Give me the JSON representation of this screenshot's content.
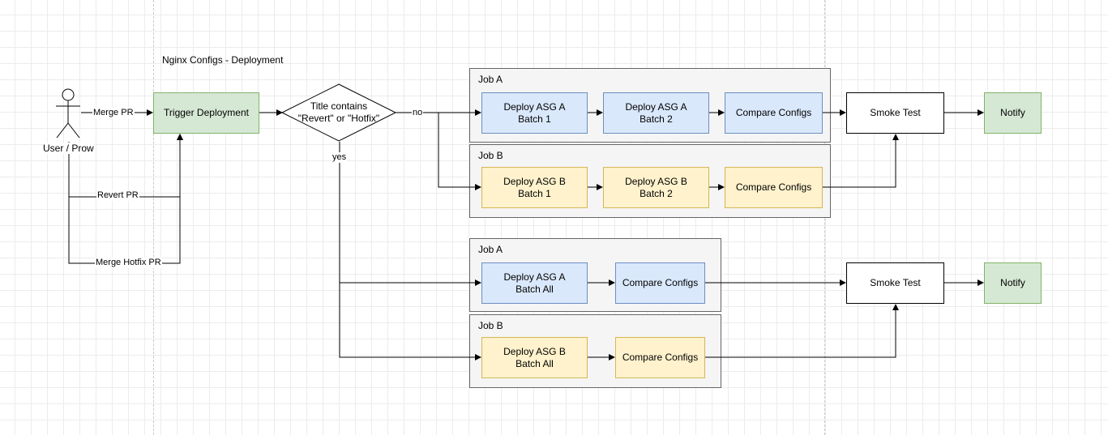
{
  "diagram": {
    "title": "Nginx Configs - Deployment",
    "actor": {
      "label": "User / Prow",
      "icon": "stick-figure-icon"
    },
    "trigger": {
      "label": "Trigger Deployment"
    },
    "decision": {
      "label": "Title contains\n\"Revert\" or \"Hotfix\""
    },
    "edge_labels": {
      "merge_pr": "Merge PR",
      "revert_pr": "Revert PR",
      "merge_hotfix_pr": "Merge Hotfix PR",
      "no": "no",
      "yes": "yes"
    },
    "normal_path": {
      "job_a": {
        "label": "Job A",
        "steps": [
          "Deploy ASG A\nBatch 1",
          "Deploy ASG A\nBatch 2",
          "Compare Configs"
        ]
      },
      "job_b": {
        "label": "Job B",
        "steps": [
          "Deploy ASG B\nBatch 1",
          "Deploy ASG B\nBatch 2",
          "Compare Configs"
        ]
      },
      "smoke_test": "Smoke Test",
      "notify": "Notify"
    },
    "hotfix_path": {
      "job_a": {
        "label": "Job A",
        "steps": [
          "Deploy ASG A\nBatch All",
          "Compare Configs"
        ]
      },
      "job_b": {
        "label": "Job B",
        "steps": [
          "Deploy ASG B\nBatch All",
          "Compare Configs"
        ]
      },
      "smoke_test": "Smoke Test",
      "notify": "Notify"
    },
    "colors": {
      "job_a_fill": "#dae8fc",
      "job_a_stroke": "#6c8ebf",
      "job_b_fill": "#fff2cc",
      "job_b_stroke": "#d6b656",
      "accent_fill": "#d5e8d4",
      "accent_stroke": "#82b366",
      "group_fill": "#f5f5f5",
      "group_stroke": "#666666"
    }
  }
}
